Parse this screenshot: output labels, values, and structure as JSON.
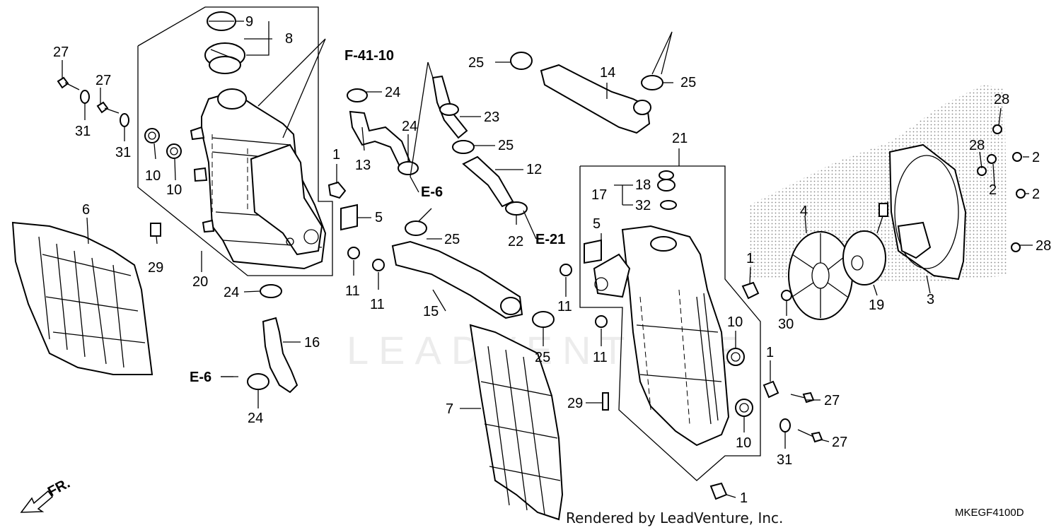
{
  "diagram": {
    "callouts": {
      "p1a": "1",
      "p1b": "1",
      "p1c": "1",
      "p1d": "1",
      "p2a": "2",
      "p2b": "2",
      "p2c": "2",
      "p3": "3",
      "p4": "4",
      "p5a": "5",
      "p5b": "5",
      "p6": "6",
      "p7": "7",
      "p8": "8",
      "p9": "9",
      "p10a": "10",
      "p10b": "10",
      "p10c": "10",
      "p10d": "10",
      "p11a": "11",
      "p11b": "11",
      "p11c": "11",
      "p11d": "11",
      "p12": "12",
      "p13": "13",
      "p14": "14",
      "p15": "15",
      "p16": "16",
      "p17": "17",
      "p18": "18",
      "p19": "19",
      "p20": "20",
      "p21": "21",
      "p22": "22",
      "p23": "23",
      "p24a": "24",
      "p24b": "24",
      "p24c": "24",
      "p24d": "24",
      "p25a": "25",
      "p25b": "25",
      "p25c": "25",
      "p25d": "25",
      "p25e": "25",
      "p27a": "27",
      "p27b": "27",
      "p27c": "27",
      "p27d": "27",
      "p28a": "28",
      "p28b": "28",
      "p28c": "28",
      "p29a": "29",
      "p29b": "29",
      "p30": "30",
      "p31a": "31",
      "p31b": "31",
      "p31c": "31",
      "p32": "32"
    },
    "references": {
      "f4110": "F-41-10",
      "e6a": "E-6",
      "e6b": "E-6",
      "e21": "E-21"
    },
    "direction_label": "FR.",
    "footer": "Rendered by LeadVenture, Inc.",
    "diagram_code": "MKEGF4100D",
    "watermark": "LEADVENTURE"
  }
}
